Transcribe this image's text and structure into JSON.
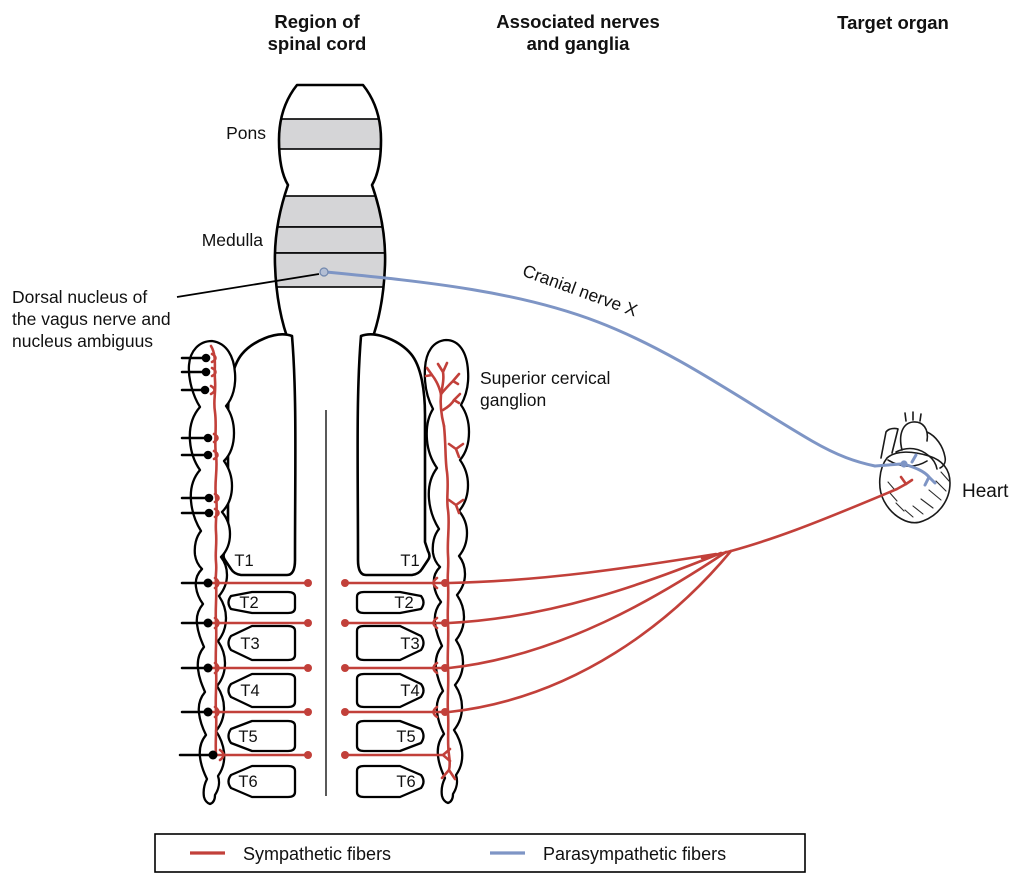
{
  "headers": {
    "col1": [
      "Region of",
      "spinal cord"
    ],
    "col2": [
      "Associated nerves",
      "and ganglia"
    ],
    "col3": "Target organ"
  },
  "labels": {
    "pons": "Pons",
    "medulla": "Medulla",
    "dorsal_nucleus": [
      "Dorsal nucleus of",
      "the vagus nerve and",
      "nucleus ambiguus"
    ],
    "cranial_nerve": "Cranial nerve X",
    "superior_cervical_ganglion": [
      "Superior cervical",
      "ganglion"
    ],
    "heart": "Heart"
  },
  "spinal_segments": {
    "left": [
      "T1",
      "T2",
      "T3",
      "T4",
      "T5",
      "T6"
    ],
    "right": [
      "T1",
      "T2",
      "T3",
      "T4",
      "T5",
      "T6"
    ]
  },
  "legend": {
    "sympathetic": "Sympathetic fibers",
    "parasympathetic": "Parasympathetic fibers"
  },
  "colors": {
    "sympathetic": "#c2403a",
    "parasympathetic": "#7e95c5",
    "band_gray": "#d5d5d7",
    "outline": "#000000"
  }
}
